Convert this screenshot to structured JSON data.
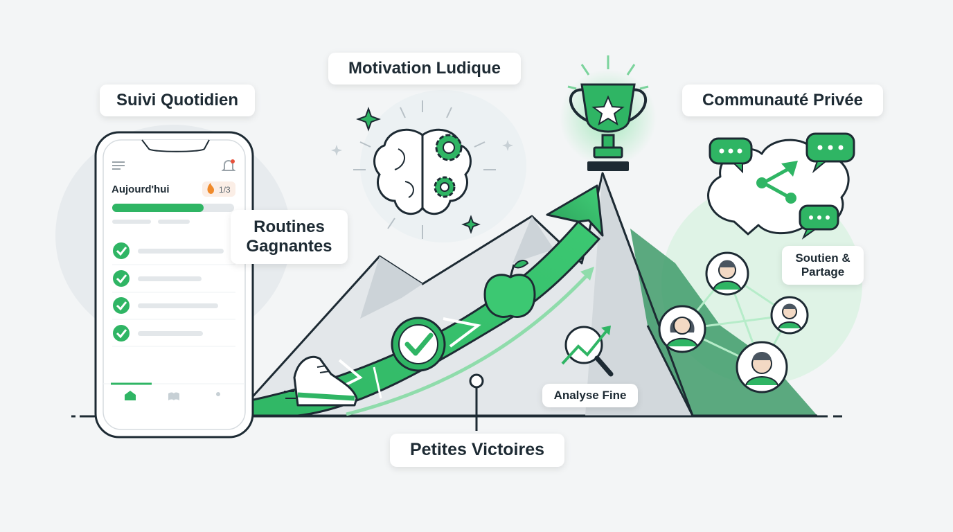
{
  "labels": {
    "daily_tracking": "Suivi Quotidien",
    "playful_motivation": "Motivation Ludique",
    "winning_routines": "Routines\nGagnantes",
    "small_victories": "Petites Victoires",
    "fine_analysis": "Analyse Fine",
    "private_community": "Communauté Privée",
    "support_sharing": "Soutien &\nPartage"
  },
  "phone": {
    "today_label": "Aujourd'hui",
    "streak_count": "1/3",
    "progress": 0.75,
    "tasks_checked": 4
  },
  "icons": [
    "menu-icon",
    "bell-icon",
    "flame-icon",
    "check-icon",
    "home-icon",
    "book-icon",
    "brain-icon",
    "gear-icon",
    "sparkle-icon",
    "trophy-icon",
    "star-icon",
    "sneaker-icon",
    "apple-icon",
    "magnifier-chart-icon",
    "chat-bubble-icon",
    "share-icon",
    "avatar-icon"
  ],
  "colors": {
    "accent": "#2fb564",
    "accent_dark": "#1e7d4c",
    "ink": "#1d2a33",
    "light_green": "#dff3e6",
    "mountain_grey": "#dde2e6"
  }
}
